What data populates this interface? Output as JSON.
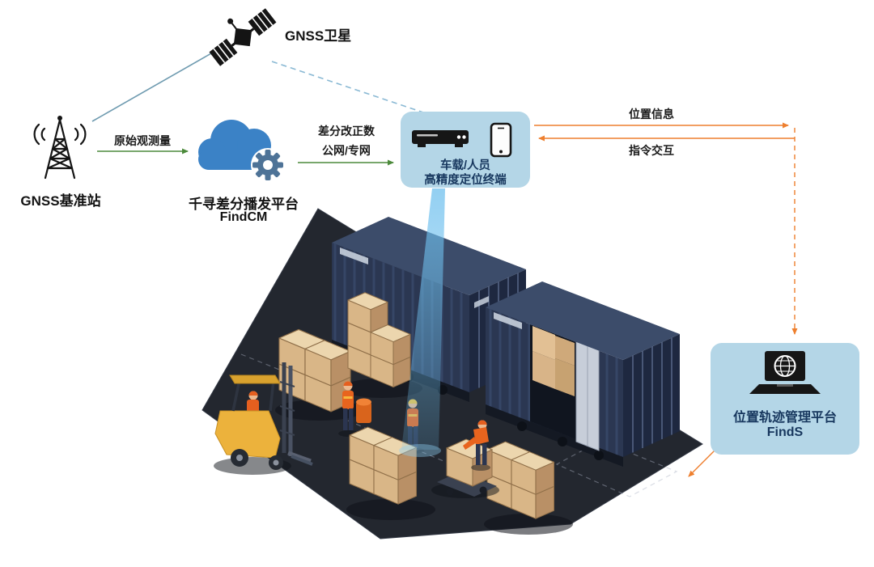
{
  "diagram": {
    "satellite": {
      "label": "GNSS卫星"
    },
    "base_station": {
      "label": "GNSS基准站"
    },
    "cloud": {
      "title": "千寻差分播发平台",
      "subtitle": "FindCM"
    },
    "terminal": {
      "line1": "车载/人员",
      "line2": "高精度定位终端"
    },
    "management": {
      "title": "位置轨迹管理平台",
      "subtitle": "FindS"
    },
    "edges": {
      "raw_obs": "原始观测量",
      "corrections1": "差分改正数",
      "corrections2": "公网/专网",
      "position_info": "位置信息",
      "command": "指令交互"
    },
    "colors": {
      "green_arrow": "#4c8a3b",
      "orange_arrow": "#ee7f2e",
      "satellite_link_solid": "#6f9bb0",
      "satellite_link_dashed": "#8ab9d4",
      "node_bg": "#b4d6e7",
      "node_text": "#17375e",
      "cloud_blue": "#3b82c6",
      "container_navy": "#2b3752",
      "beam_blue": "#6fc0ee"
    },
    "icons": [
      "satellite-icon",
      "radio-tower-icon",
      "cloud-gear-icon",
      "receiver-icon",
      "smartphone-icon",
      "laptop-globe-icon"
    ]
  }
}
